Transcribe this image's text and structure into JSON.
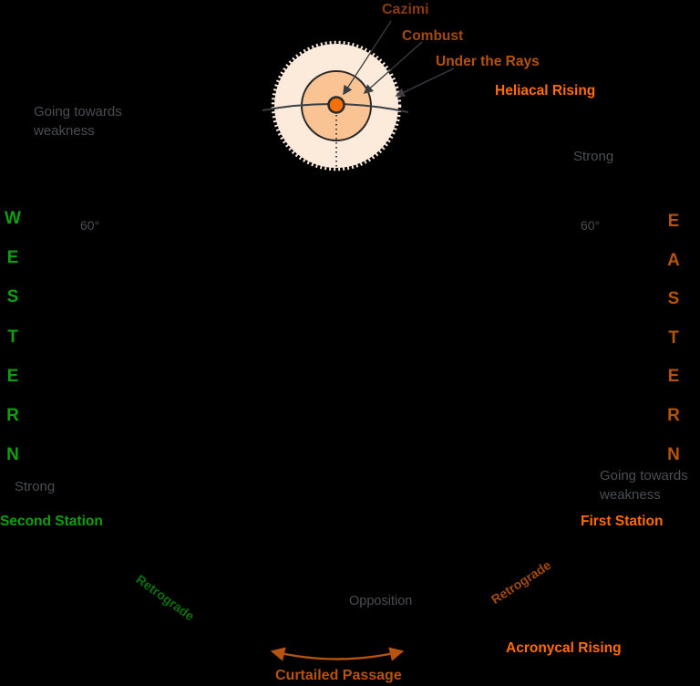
{
  "sun": {
    "cazimi": "Cazimi",
    "combust": "Combust",
    "under_the_rays": "Under the Rays",
    "heliacal_rising": "Heliacal Rising"
  },
  "west": {
    "direction_letters": "W\nE\nS\nT\nE\nR\nN",
    "going_towards_weakness": "Going towards\nweakness",
    "angle": "60°",
    "strong": "Strong",
    "second_station": "Second Station",
    "retrograde": "Retrograde"
  },
  "east": {
    "direction_letters": "E\nA\nS\nT\nE\nR\nN",
    "strong": "Strong",
    "angle": "60°",
    "going_towards_weakness": "Going towards\nweakness",
    "first_station": "First Station",
    "retrograde": "Retrograde",
    "acronycal_rising": "Acronycal Rising"
  },
  "bottom": {
    "opposition": "Opposition",
    "curtailed_passage": "Curtailed Passage"
  },
  "colors": {
    "background": "#000000",
    "bright_orange": "#ff6d00",
    "burnt_orange": "#b5540e",
    "cazimi_brown": "#8a3a0e",
    "combust_brown": "#a34a10",
    "curtailed_arrow_orange": "#b5530f",
    "bright_green": "#0fa00f",
    "dark_green": "#0c6e0c",
    "gray_text": "#4a4d52",
    "sun_outer_ring": "#fceadb",
    "sun_inner_ring": "#fac394",
    "sun_core": "#f2710d",
    "diagram_line": "#3a3d41"
  }
}
